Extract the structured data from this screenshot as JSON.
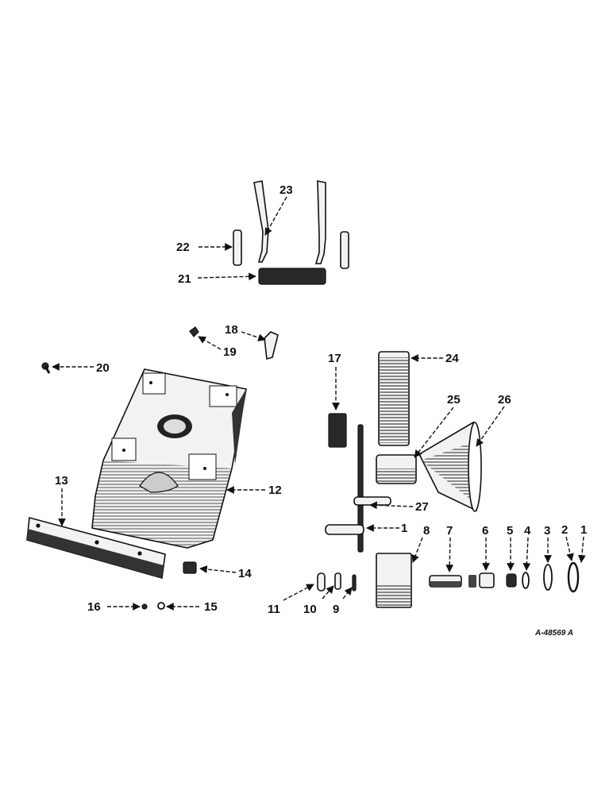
{
  "callouts": {
    "c23": "23",
    "c22": "22",
    "c21": "21",
    "c18": "18",
    "c19": "19",
    "c20": "20",
    "c17": "17",
    "c24": "24",
    "c25": "25",
    "c26": "26",
    "c13": "13",
    "c12": "12",
    "c27": "27",
    "c1a": "1",
    "c14": "14",
    "c8": "8",
    "c7": "7",
    "c6": "6",
    "c5": "5",
    "c4": "4",
    "c3": "3",
    "c2": "2",
    "c1b": "1",
    "c16": "16",
    "c15": "15",
    "c11": "11",
    "c10": "10",
    "c9": "9"
  },
  "figure_ref": "A-48569 A"
}
